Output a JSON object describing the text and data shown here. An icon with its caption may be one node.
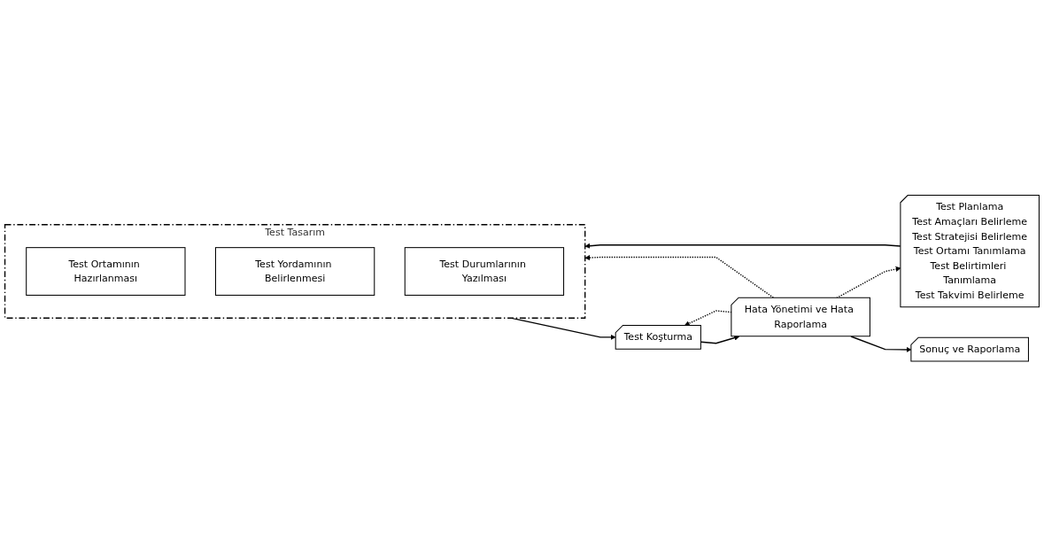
{
  "diagram": {
    "nodes": [
      {
        "text": [
          "Test Planlama",
          "Test Amaçları Belirleme",
          "Test Stratejisi Belirleme",
          "Test Ortamı Tanımlama",
          "Test Belirtimleri Tanımlama",
          "Test Takvimi Belirleme"
        ]
      },
      {
        "text": [
          "Test Tasarım"
        ]
      },
      {
        "text": [
          "Test Ortamının Hazırlanması"
        ],
        "in": 1
      },
      {
        "text": [
          "Test Yordamının Belirlenmesi"
        ],
        "in": 1
      },
      {
        "text": [
          "Test Durumlarının Yazılması"
        ],
        "in": 1
      },
      {
        "text": [
          "Test Koşturma"
        ]
      },
      {
        "text": [
          "Hata Yönetimi ve Hata Raporlama"
        ]
      },
      {
        "text": [
          "Sonuç ve Raporlama"
        ]
      }
    ],
    "edges": [
      {
        "from": 0,
        "to": 1,
        "arrow": "to"
      },
      {
        "from": 1,
        "to": 5,
        "arrow": "to"
      },
      {
        "from": 5,
        "to": 6,
        "arrow": "to"
      },
      {
        "from": 6,
        "to": 5,
        "arrow": "to",
        "style": "dashed"
      },
      {
        "from": 6,
        "to": 1,
        "arrow": "to",
        "style": "dashed"
      },
      {
        "from": 6,
        "to": 0,
        "arrow": "to",
        "style": "dashed"
      },
      {
        "from": 6,
        "to": 7,
        "arrow": "to"
      }
    ]
  }
}
